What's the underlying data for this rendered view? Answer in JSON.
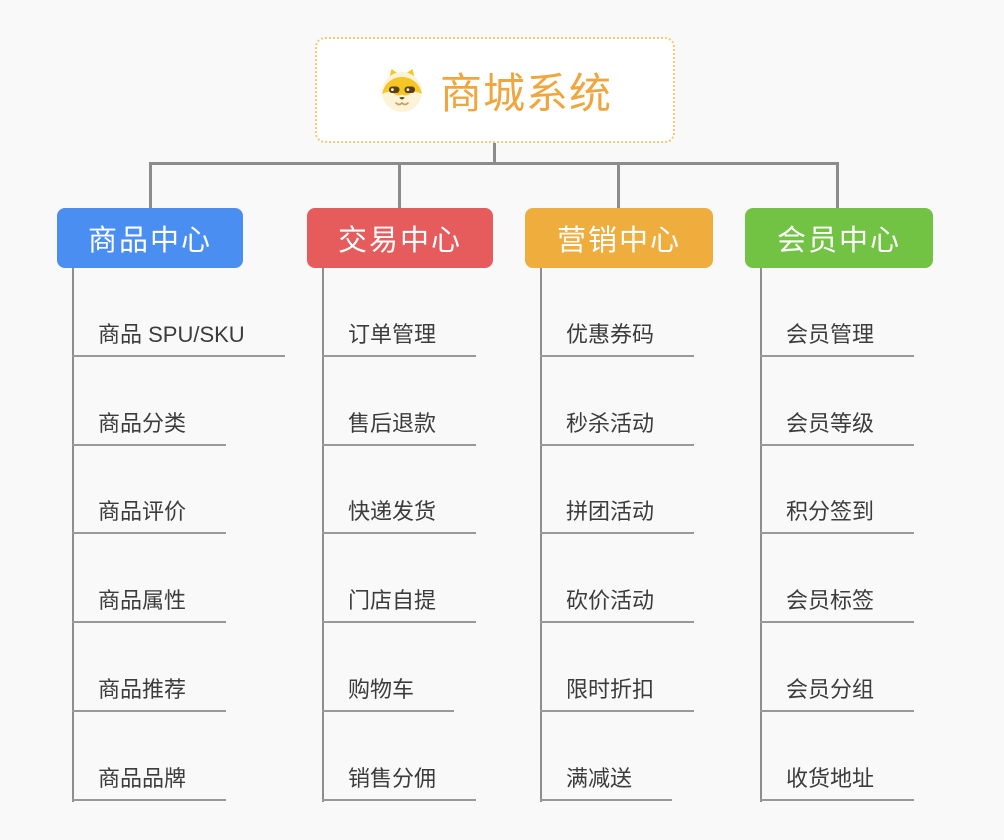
{
  "title": "商城系统",
  "root_icon": "shiba-dog-icon",
  "colors": {
    "background": "#f9f9f9",
    "connector": "#8c8c8c",
    "underline": "#999999",
    "item_text": "#3c3c3c",
    "root_text": "#f0a63f",
    "root_border": "#f6c878"
  },
  "branches": [
    {
      "label": "商品中心",
      "color": "#4a8ef2",
      "children": [
        "商品 SPU/SKU",
        "商品分类",
        "商品评价",
        "商品属性",
        "商品推荐",
        "商品品牌"
      ]
    },
    {
      "label": "交易中心",
      "color": "#e65b5b",
      "children": [
        "订单管理",
        "售后退款",
        "快递发货",
        "门店自提",
        "购物车",
        "销售分佣"
      ]
    },
    {
      "label": "营销中心",
      "color": "#eead3d",
      "children": [
        "优惠券码",
        "秒杀活动",
        "拼团活动",
        "砍价活动",
        "限时折扣",
        "满减送"
      ]
    },
    {
      "label": "会员中心",
      "color": "#72c243",
      "children": [
        "会员管理",
        "会员等级",
        "积分签到",
        "会员标签",
        "会员分组",
        "收货地址"
      ]
    }
  ]
}
